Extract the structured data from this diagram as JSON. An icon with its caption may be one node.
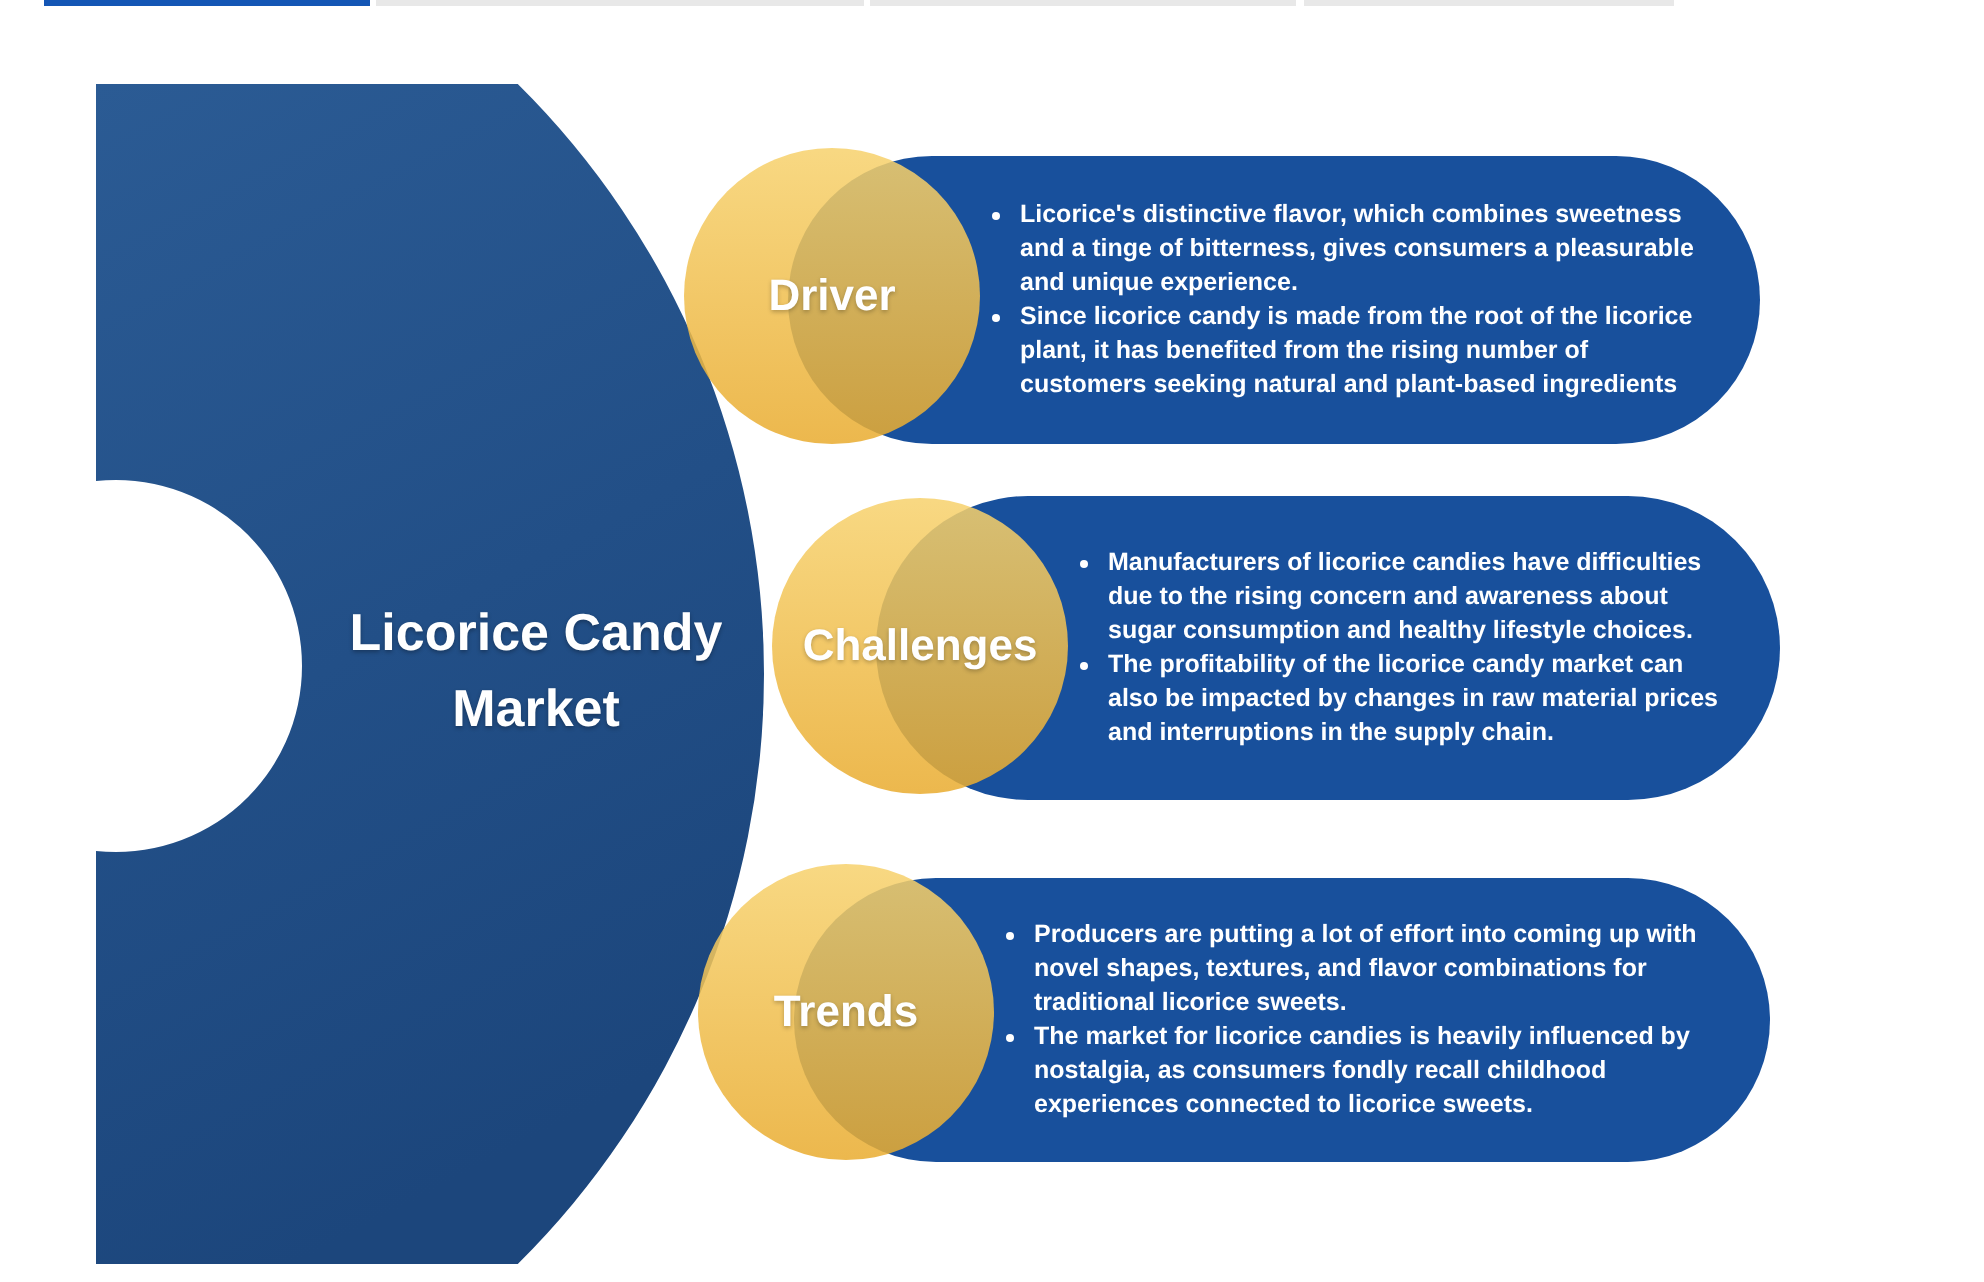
{
  "diagram": {
    "nodes": [
      {
        "text": [
          "Licorice Candy Market"
        ]
      },
      {
        "text": [
          "Driver"
        ]
      },
      {
        "text": [
          "Licorice's distinctive flavor, which combines sweetness and a tinge of bitterness, gives consumers a pleasurable and unique experience.",
          "Since licorice candy is made from the root of the licorice plant, it has benefited from the rising number of customers seeking natural and plant-based ingredients"
        ]
      },
      {
        "text": [
          "Challenges"
        ]
      },
      {
        "text": [
          "Manufacturers of licorice candies have difficulties due to the rising concern and awareness about sugar consumption and healthy lifestyle choices.",
          "The profitability of the licorice candy market can also be impacted by changes in raw material prices and interruptions in the supply chain."
        ]
      },
      {
        "text": [
          "Trends"
        ]
      },
      {
        "text": [
          "Producers are putting a lot of effort into coming up with novel shapes, textures, and flavor combinations for traditional licorice sweets.",
          "The market for licorice candies is heavily influenced by nostalgia, as consumers fondly recall childhood experiences connected to licorice sweets."
        ]
      }
    ]
  }
}
